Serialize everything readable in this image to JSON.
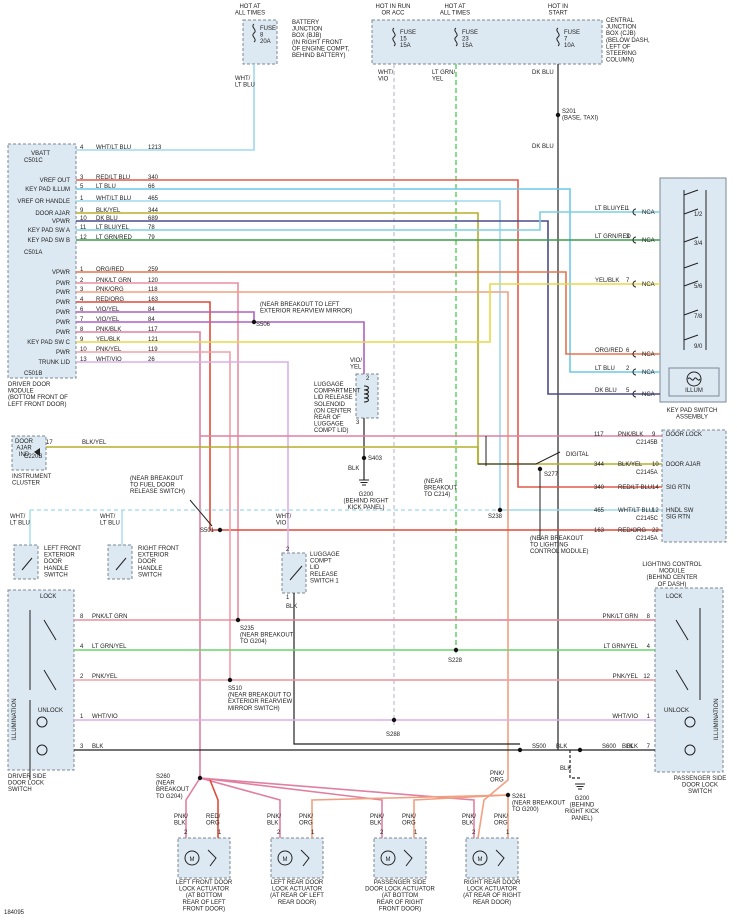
{
  "colors": {
    "wht_lt_blu": "#9fd8ee",
    "lt_blu": "#6fc8e8",
    "red_lt_blu": "#e05a4a",
    "dk_blu": "#4a4a8c",
    "blk_yel": "#b5ad2a",
    "lt_blu_yel": "#7ccfe0",
    "lt_grn_red": "#3a9e4a",
    "org_red": "#e8734a",
    "pnk_lt_grn": "#e88fa0",
    "pnk_org": "#f0a080",
    "red_org": "#e04a3a",
    "vio_yel": "#b060c0",
    "pnk_blk": "#e080a0",
    "yel_blk": "#e6d84a",
    "pnk_yel": "#f0a0a8",
    "wht_vio": "#d8b0e8",
    "blk": "#222222",
    "lt_grn_yel": "#6cd46c",
    "dk_blu_box": "#dde9f2"
  },
  "top": {
    "hot_all_1": "HOT AT\nALL TIMES",
    "bjb_fuse": "FUSE\n8\n20A",
    "bjb_label": "BATTERY\nJUNCTION\nBOX (BJB)\n(IN RIGHT FRONT\nOF ENGINE COMPT,\nBEHIND BATTERY)",
    "hot_run": "HOT IN RUN\nOR ACC",
    "hot_all_2": "HOT AT\nALL TIMES",
    "hot_start": "HOT IN\nSTART",
    "fuse15": "FUSE\n15\n15A",
    "fuse23": "FUSE\n23\n15A",
    "fuse7": "FUSE\n7\n10A",
    "cjb_label": "CENTRAL\nJUNCTION\nBOX (CJB)\n(BELOW DASH,\nLEFT OF\nSTEERING\nCOLUMN)",
    "w_wht_ltblu": "WHT/\nLT BLU",
    "w_wht_vio": "WHT/\nVIO",
    "w_ltgrn_yel": "LT GRN/\nYEL",
    "w_dk_blu": "DK BLU",
    "s201": "S201\n(BASE, TAXI)",
    "w_dk_blu2": "DK BLU"
  },
  "dcm": {
    "title": "DRIVER DOOR\nMODULE\n(BOTTOM FRONT OF\nLEFT FRONT DOOR)",
    "vbatt": "VBATT",
    "c501c": "C501C",
    "c501a": "C501A",
    "c501b": "C501B",
    "pins_a": [
      {
        "name": "VREF OUT",
        "pin": "3",
        "wire": "RED/LT BLU",
        "circ": "340"
      },
      {
        "name": "KEY PAD ILLUM",
        "pin": "5",
        "wire": "LT BLU",
        "circ": "66"
      },
      {
        "name": "VREF OR HANDLE",
        "pin": "1",
        "wire": "WHT/LT BLU",
        "circ": "465"
      },
      {
        "name": "DOOR AJAR",
        "pin": "9",
        "wire": "BLK/YEL",
        "circ": "344"
      },
      {
        "name": "VPWR",
        "pin": "10",
        "wire": "DK BLU",
        "circ": "689"
      },
      {
        "name": "KEY PAD SW A",
        "pin": "11",
        "wire": "LT BLU/YEL",
        "circ": "78"
      },
      {
        "name": "KEY PAD SW B",
        "pin": "12",
        "wire": "LT GRN/RED",
        "circ": "79"
      }
    ],
    "vbatt_pin": {
      "pin": "4",
      "wire": "WHT/LT BLU",
      "circ": "1213"
    },
    "pins_b": [
      {
        "name": "VPWR",
        "pin": "1",
        "wire": "ORG/RED",
        "circ": "259"
      },
      {
        "name": "PWR",
        "pin": "2",
        "wire": "PNK/LT GRN",
        "circ": "120"
      },
      {
        "name": "PWR",
        "pin": "3",
        "wire": "PNK/ORG",
        "circ": "118"
      },
      {
        "name": "PWR",
        "pin": "4",
        "wire": "RED/ORG",
        "circ": "163"
      },
      {
        "name": "PWR",
        "pin": "6",
        "wire": "VIO/YEL",
        "circ": "84"
      },
      {
        "name": "PWR",
        "pin": "7",
        "wire": "VIO/YEL",
        "circ": "84"
      },
      {
        "name": "PWR",
        "pin": "8",
        "wire": "PNK/BLK",
        "circ": "117"
      },
      {
        "name": "KEY PAD SW C",
        "pin": "9",
        "wire": "YEL/BLK",
        "circ": "121"
      },
      {
        "name": "PWR",
        "pin": "10",
        "wire": "PNK/YEL",
        "circ": "119"
      },
      {
        "name": "TRUNK LID",
        "pin": "13",
        "wire": "WHT/VIO",
        "circ": "26"
      }
    ]
  },
  "keypad": {
    "title": "KEY PAD SWITCH\nASSEMBLY",
    "k12": "1/2",
    "k34": "3/4",
    "k56": "5/6",
    "k78": "7/8",
    "k90": "9/0",
    "illum": "ILLUM",
    "rows": [
      {
        "wire": "LT BLU/YEL",
        "pin": "1",
        "conn": "NCA"
      },
      {
        "wire": "LT GRN/RED",
        "pin": "3",
        "conn": "NCA"
      },
      {
        "wire": "YEL/BLK",
        "pin": "7",
        "conn": "NCA"
      },
      {
        "wire": "ORG/RED",
        "pin": "6",
        "conn": "NCA"
      },
      {
        "wire": "LT BLU",
        "pin": "2",
        "conn": "NCA"
      },
      {
        "wire": "DK BLU",
        "pin": "5",
        "conn": "NCA"
      }
    ]
  },
  "mid": {
    "s506_note": "(NEAR BREAKOUT TO LEFT\nEXTERIOR REARVIEW MIRROR)",
    "s506": "S506",
    "vio_yel": "VIO/\nYEL",
    "lid_sol": "LUGGAGE\nCOMPARTMENT\nLID RELEASE\nSOLENOID\n(ON CENTER\nREAR OF\nLUGGAGE\nCOMPT LID)",
    "pin2": "2",
    "pin3": "3",
    "s403": "S403",
    "blk": "BLK",
    "g200": "G200\n(BEHIND RIGHT\nKICK PANEL)",
    "door_ajar": "DOOR\nAJAR\nIND",
    "ic": "INSTRUMENT\nCLUSTER",
    "c220b": "C220B",
    "pin17": "17",
    "blk_yel": "BLK/YEL",
    "fuel_note": "(NEAR BREAKOUT\nTO FUEL DOOR\nRELEASE SWITCH)",
    "s501": "S501",
    "near_c214": "(NEAR\nBREAKOUT\nTO C214)",
    "s238": "S238",
    "s277": "S277",
    "digital": "DIGITAL",
    "near_lcm": "(NEAR BREAKOUT\nTO LIGHTING\nCONTROL MODULE)",
    "wht_ltblu_l": "WHT/\nLT BLU",
    "wht_ltblu_r": "WHT/\nLT BLU",
    "wht_vio2": "WHT/\nVIO",
    "lf_handle": "LEFT FRONT\nEXTERIOR\nDOOR\nHANDLE\nSWITCH",
    "rf_handle": "RIGHT FRONT\nEXTERIOR\nDOOR\nHANDLE\nSWITCH",
    "lid_sw": "LUGGAGE\nCOMPT\nLID\nRELEASE\nSWITCH 1",
    "pin2b": "2",
    "pin1b": "1",
    "blk2": "BLK"
  },
  "lcm": {
    "title": "LIGHTING CONTROL\nMODULE\n(BEHIND CENTER\nOF DASH)",
    "rows": [
      {
        "circ": "117",
        "wire": "PNK/BLK",
        "pin": "9",
        "name": "DOOR LOCK",
        "conn": "C2145B"
      },
      {
        "circ": "344",
        "wire": "BLK/YEL",
        "pin": "10",
        "name": "DOOR AJAR",
        "conn": "C2145A"
      },
      {
        "circ": "340",
        "wire": "RED/LT BLU",
        "pin": "14",
        "name": "SIG RTN",
        "conn": ""
      },
      {
        "circ": "465",
        "wire": "WHT/LT BLU",
        "pin": "12",
        "name": "HNDL SW\nSIG RTN",
        "conn": "C2145C"
      },
      {
        "circ": "163",
        "wire": "RED/ORG",
        "pin": "22",
        "name": "",
        "conn": "C2145A"
      }
    ]
  },
  "locks": {
    "lock": "LOCK",
    "unlock": "UNLOCK",
    "illum": "ILLUMINATION",
    "driver_title": "DRIVER SIDE\nDOOR LOCK\nSWITCH",
    "pass_title": "PASSENGER SIDE\nDOOR LOCK\nSWITCH",
    "rows": [
      {
        "pin": "8",
        "wire": "PNK/LT GRN"
      },
      {
        "pin": "4",
        "wire": "LT GRN/YEL"
      },
      {
        "pin": "2",
        "wire": "PNK/YEL"
      },
      {
        "pin": "1",
        "wire": "WHT/VIO"
      },
      {
        "pin": "3",
        "wire": "BLK"
      }
    ],
    "rows_r": [
      {
        "pin": "8",
        "wire": "PNK/LT GRN"
      },
      {
        "pin": "4",
        "wire": "LT GRN/YEL"
      },
      {
        "pin": "12",
        "wire": "PNK/YEL"
      },
      {
        "pin": "1",
        "wire": "WHT/VIO"
      },
      {
        "pin": "7",
        "wire": "BLK"
      }
    ],
    "s235": "S235\n(NEAR BREAKOUT\nTO G204)",
    "s228": "S228",
    "s510": "S510\n(NEAR BREAKOUT TO\nEXTERIOR REARVIEW\nMIRROR SWITCH)",
    "s288": "S288",
    "s500": "S500",
    "s600": "S600",
    "blk_a": "BLK",
    "blk_b": "BLK",
    "blk_c": "BLK",
    "g200b": "G200\n(BEHIND\nRIGHT KICK\nPANEL)"
  },
  "actuators": {
    "s260": "S260\n(NEAR\nBREAKOUT\nTO G204)",
    "s261": "S261\n(NEAR BREAKOUT\nTO G200)",
    "pnk_org": "PNK/\nORG",
    "items": [
      {
        "title": "LEFT FRONT DOOR\nLOCK ACTUATOR\n(AT BOTTOM\nREAR OF LEFT\nFRONT DOOR)",
        "w1": "PNK/\nBLK",
        "w2": "RED/\nORG",
        "p1": "2",
        "p2": "1"
      },
      {
        "title": "LEFT REAR DOOR\nLOCK ACTUATOR\n(AT REAR OF LEFT\nREAR DOOR)",
        "w1": "PNK/\nBLK",
        "w2": "PNK/\nORG",
        "p1": "2",
        "p2": "1"
      },
      {
        "title": "PASSENGER SIDE\nDOOR LOCK ACTUATOR\n(AT BOTTOM\nREAR OF RIGHT\nFRONT DOOR)",
        "w1": "PNK/\nBLK",
        "w2": "PNK/\nORG",
        "p1": "2",
        "p2": "1"
      },
      {
        "title": "RIGHT REAR DOOR\nLOCK ACTUATOR\n(AT REAR OF RIGHT\nREAR DOOR)",
        "w1": "PNK/\nBLK",
        "w2": "PNK/\nORG",
        "p1": "2",
        "p2": "1"
      }
    ]
  },
  "footer_id": "184095"
}
